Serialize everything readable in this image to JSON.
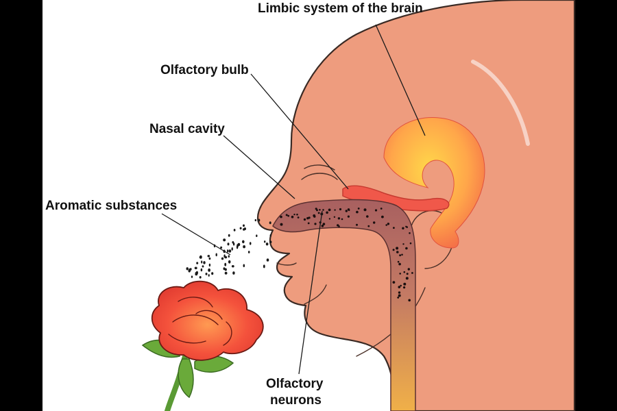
{
  "labels": {
    "limbic": "Limbic system of the brain",
    "bulb": "Olfactory bulb",
    "nasal": "Nasal cavity",
    "aromatic": "Aromatic substances",
    "neurons_line1": "Olfactory",
    "neurons_line2": "neurons"
  },
  "colors": {
    "skin": "#ee9c7e",
    "skin_shadow": "#e08a6c",
    "limbic_center": "#ffd24a",
    "limbic_edge": "#f26a4a",
    "bulb": "#f0584a",
    "nasal_cavity": "#8a4a5a",
    "canal_top": "#b06a6a",
    "canal_bottom": "#f0b24a",
    "rose": "#f04a3a",
    "rose_light": "#ff8a50",
    "leaf": "#6aaa3a",
    "stem": "#5a9a34",
    "background": "#ffffff",
    "side_bars": "#000000"
  }
}
